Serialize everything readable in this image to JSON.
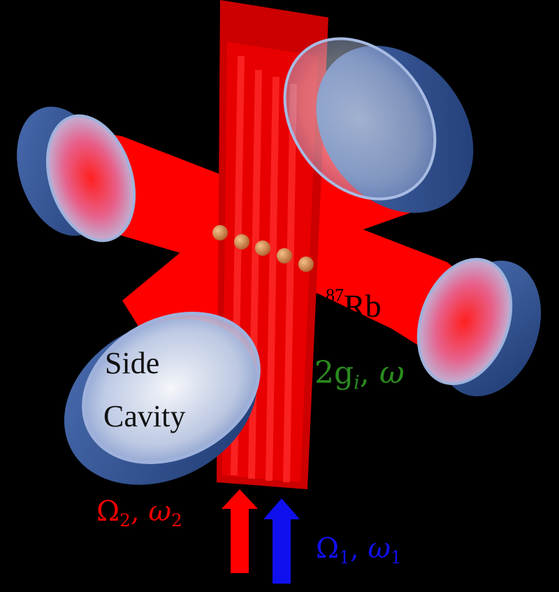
{
  "labels": {
    "side_cavity_line1": "Side",
    "side_cavity_line2": "Cavity",
    "isotope_mass": "87",
    "atom_symbol": "Rb",
    "coupling_text": "2g",
    "coupling_sub": "i",
    "coupling_freq": "ω",
    "omega2_sym": "Ω",
    "omega2_sub": "2",
    "omega2_freq": "ω",
    "omega2_freq_sub": "2",
    "omega1_sym": "Ω",
    "omega1_sub": "1",
    "omega1_freq": "ω",
    "omega1_freq_sub": "1"
  },
  "colors": {
    "laser": "#ff0000",
    "laser_dark": "#c80000",
    "mirror_rim": "#2d4f8f",
    "mirror_face": "#c6d2ec",
    "atom": "#d2864a",
    "coupling": "#2a8a1e",
    "pump2_arrow": "#ff0000",
    "pump1_arrow": "#1010ee",
    "background": "#000000"
  },
  "atoms_count": 5
}
